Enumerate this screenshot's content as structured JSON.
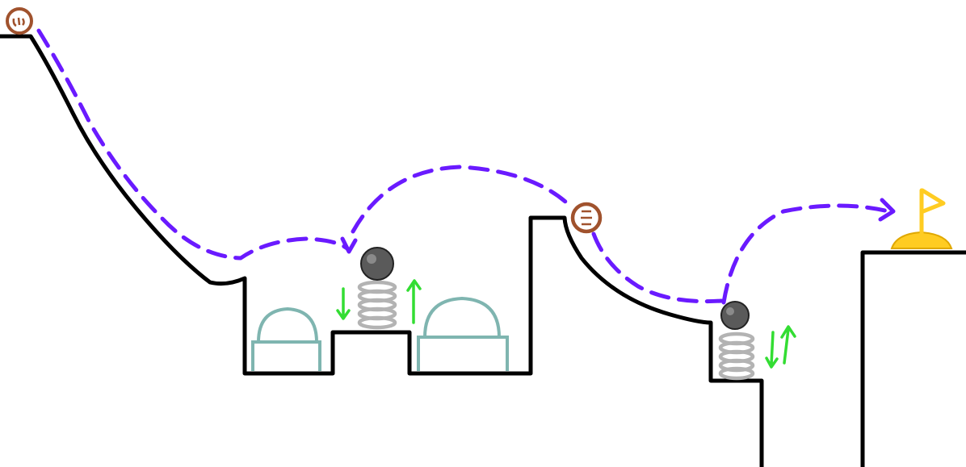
{
  "scene": {
    "background": "#ffffff",
    "colors": {
      "terrain": "#000000",
      "trajectory": "#6a1aff",
      "ball": "#ffffff",
      "ball_outline": "#a0522d",
      "spring": "#b3b3b3",
      "spring_weight": "#5a5a5a",
      "motion_arrows": "#33dd33",
      "dome_obstacle": "#7fb5b0",
      "flag": "#ffcc22"
    },
    "elements": {
      "ball": "rolling-ball",
      "trajectory": "dashed-trajectory-path",
      "spring": "bouncing-spring",
      "dome": "dome-obstacle",
      "goal": "goal-flag",
      "terrain": "ground-outline"
    },
    "springs": [
      {
        "id": "spring-1",
        "motion": "up-down"
      },
      {
        "id": "spring-2",
        "motion": "up-down"
      }
    ],
    "domes": [
      {
        "id": "dome-left"
      },
      {
        "id": "dome-right"
      }
    ],
    "balls": [
      {
        "id": "ball-start"
      },
      {
        "id": "ball-mid"
      }
    ]
  }
}
